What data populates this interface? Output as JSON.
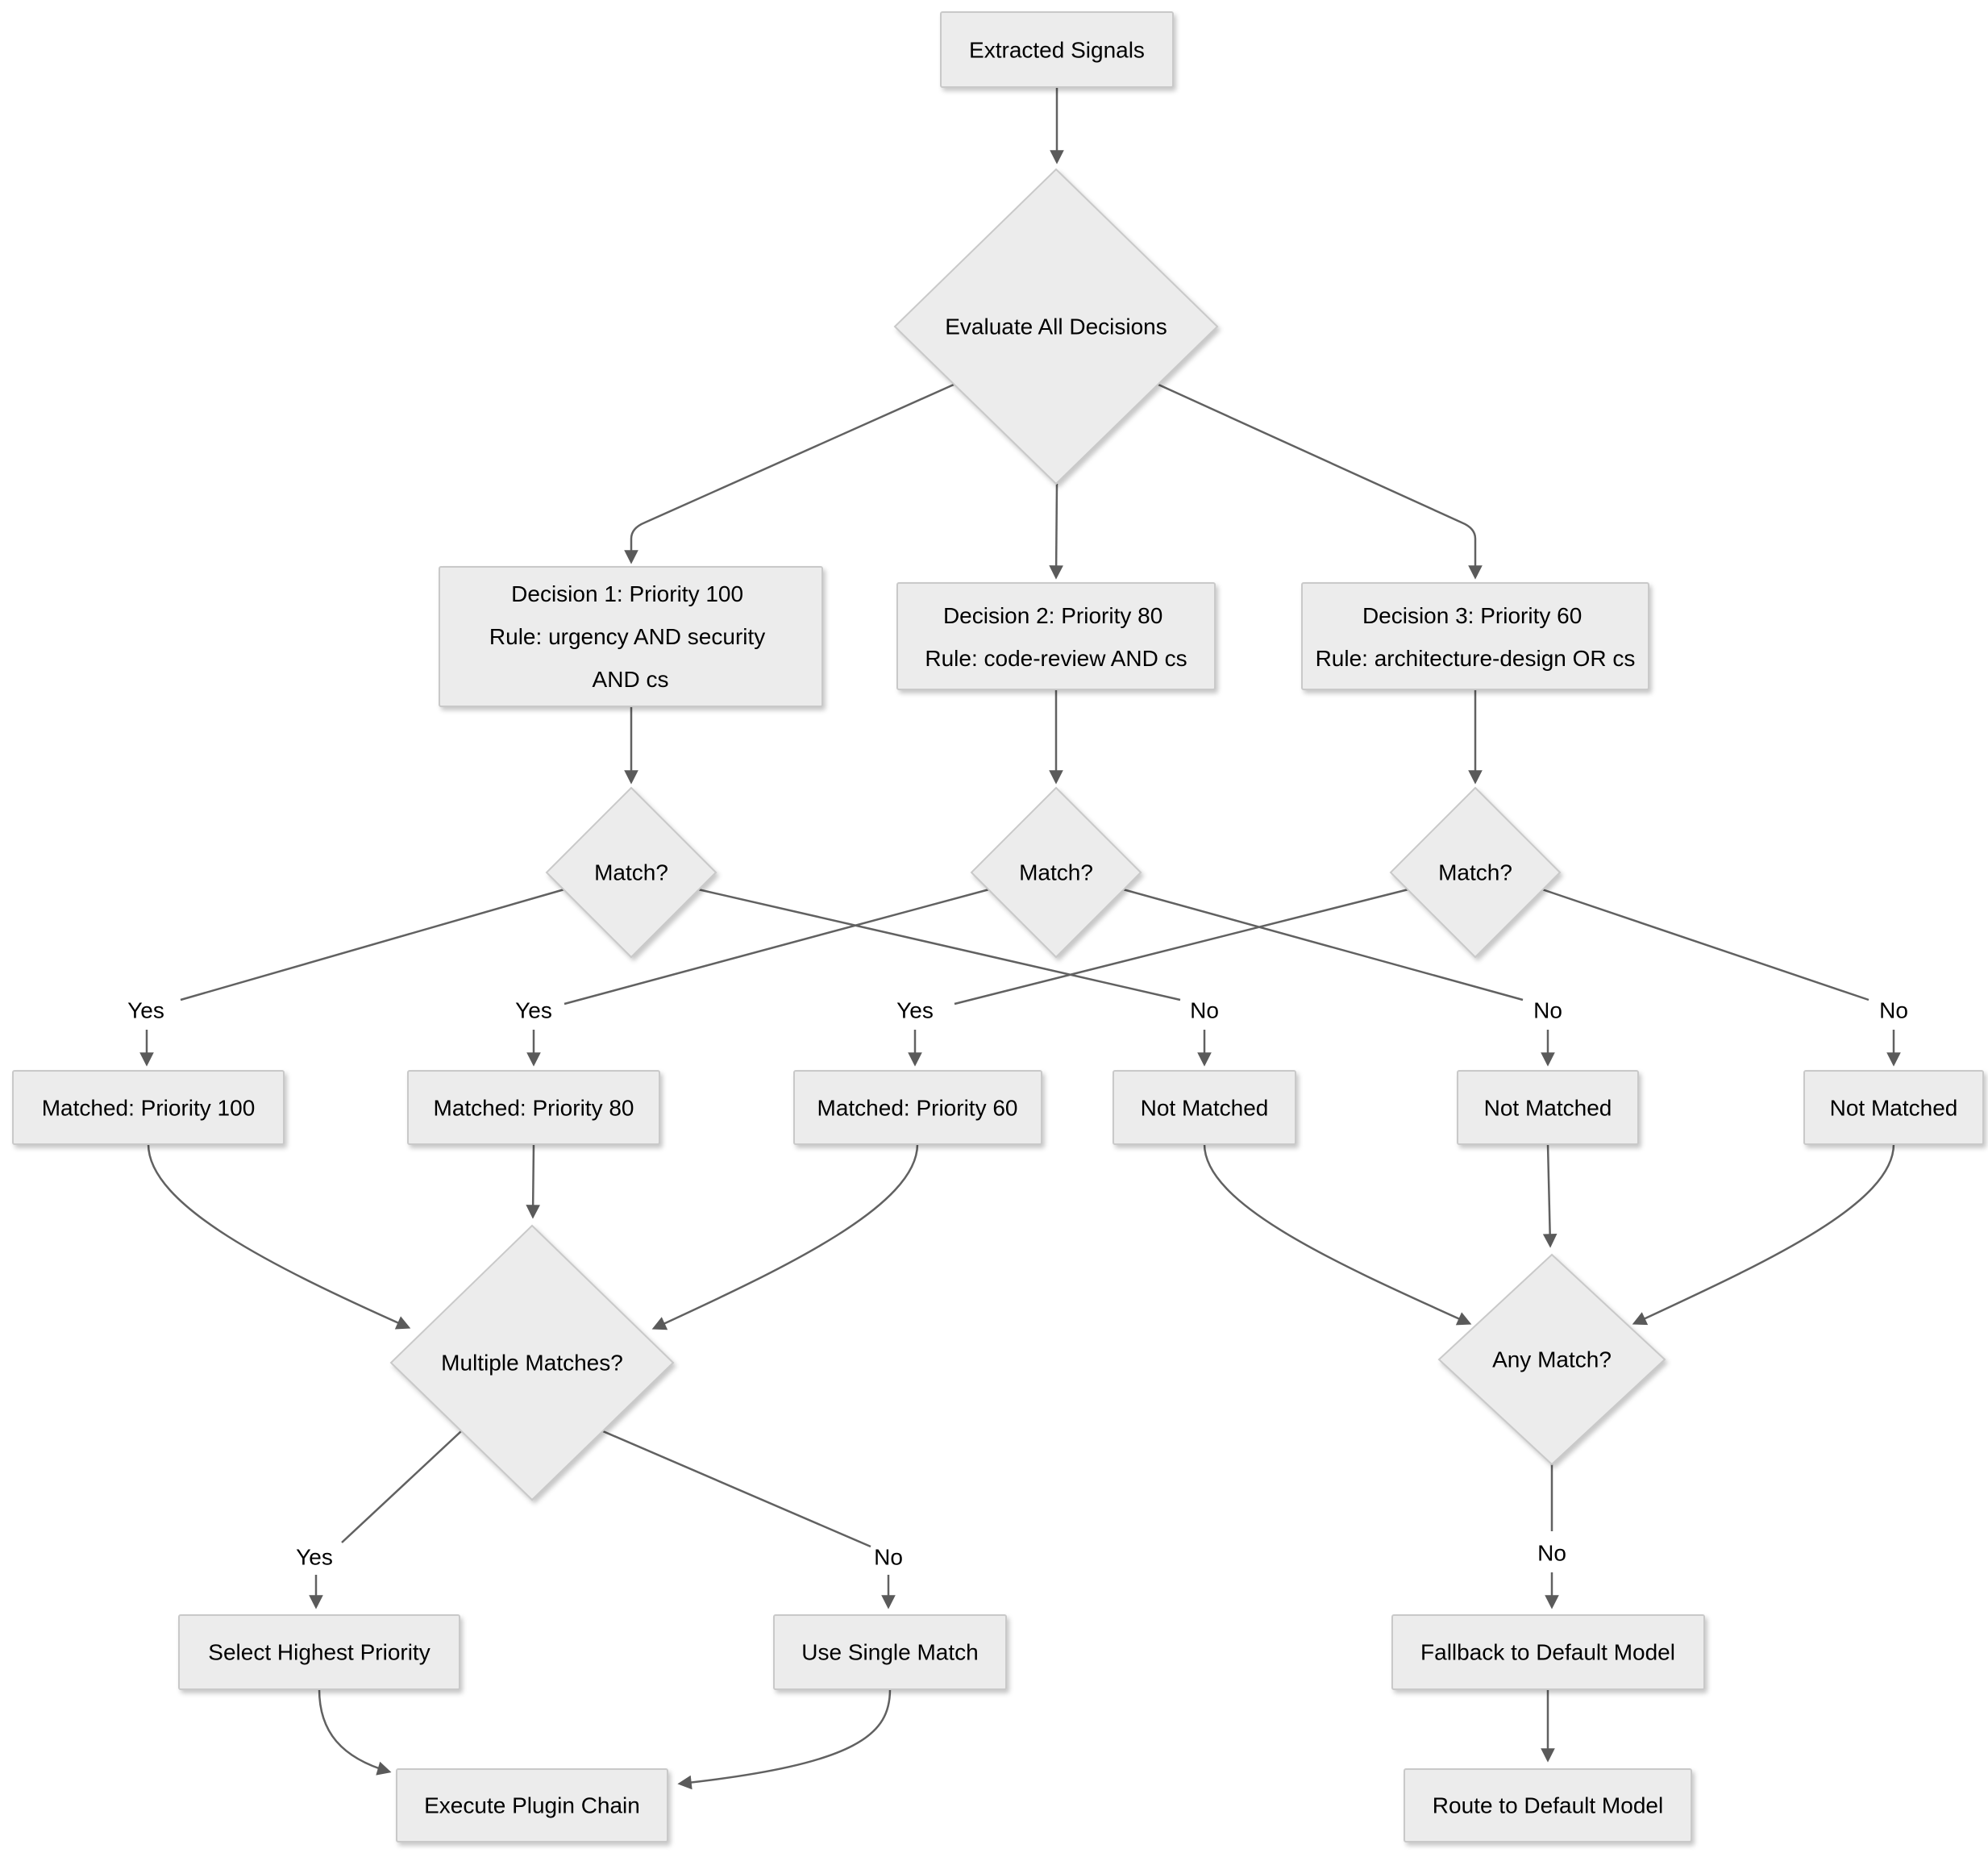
{
  "colors": {
    "background": "#ffffff",
    "node_fill": "#ececec",
    "node_stroke": "#c9c9c9",
    "edge": "#616161",
    "arrowhead": "#5a5a5a",
    "text": "#000000"
  },
  "nodes": {
    "extracted_signals": {
      "label": "Extracted Signals"
    },
    "evaluate_all_decisions": {
      "label": "Evaluate All Decisions"
    },
    "decision_1": {
      "lines": [
        "Decision 1: Priority 100",
        "Rule: urgency AND security",
        "AND cs"
      ]
    },
    "decision_2": {
      "lines": [
        "Decision 2: Priority 80",
        "Rule: code-review AND cs"
      ]
    },
    "decision_3": {
      "lines": [
        "Decision 3: Priority 60",
        "Rule: architecture-design OR cs"
      ]
    },
    "match_1": {
      "label": "Match?"
    },
    "match_2": {
      "label": "Match?"
    },
    "match_3": {
      "label": "Match?"
    },
    "matched_100": {
      "label": "Matched: Priority 100"
    },
    "matched_80": {
      "label": "Matched: Priority 80"
    },
    "matched_60": {
      "label": "Matched: Priority 60"
    },
    "not_matched_1": {
      "label": "Not Matched"
    },
    "not_matched_2": {
      "label": "Not Matched"
    },
    "not_matched_3": {
      "label": "Not Matched"
    },
    "multiple_matches": {
      "label": "Multiple Matches?"
    },
    "any_match": {
      "label": "Any Match?"
    },
    "select_highest_priority": {
      "label": "Select Highest Priority"
    },
    "use_single_match": {
      "label": "Use Single Match"
    },
    "execute_plugin_chain": {
      "label": "Execute Plugin Chain"
    },
    "fallback_default_model": {
      "label": "Fallback to Default Model"
    },
    "route_default_model": {
      "label": "Route to Default Model"
    }
  },
  "edge_labels": {
    "match1_yes": "Yes",
    "match2_yes": "Yes",
    "match3_yes": "Yes",
    "match1_no": "No",
    "match2_no": "No",
    "match3_no": "No",
    "multiple_yes": "Yes",
    "multiple_no": "No",
    "any_no": "No"
  }
}
